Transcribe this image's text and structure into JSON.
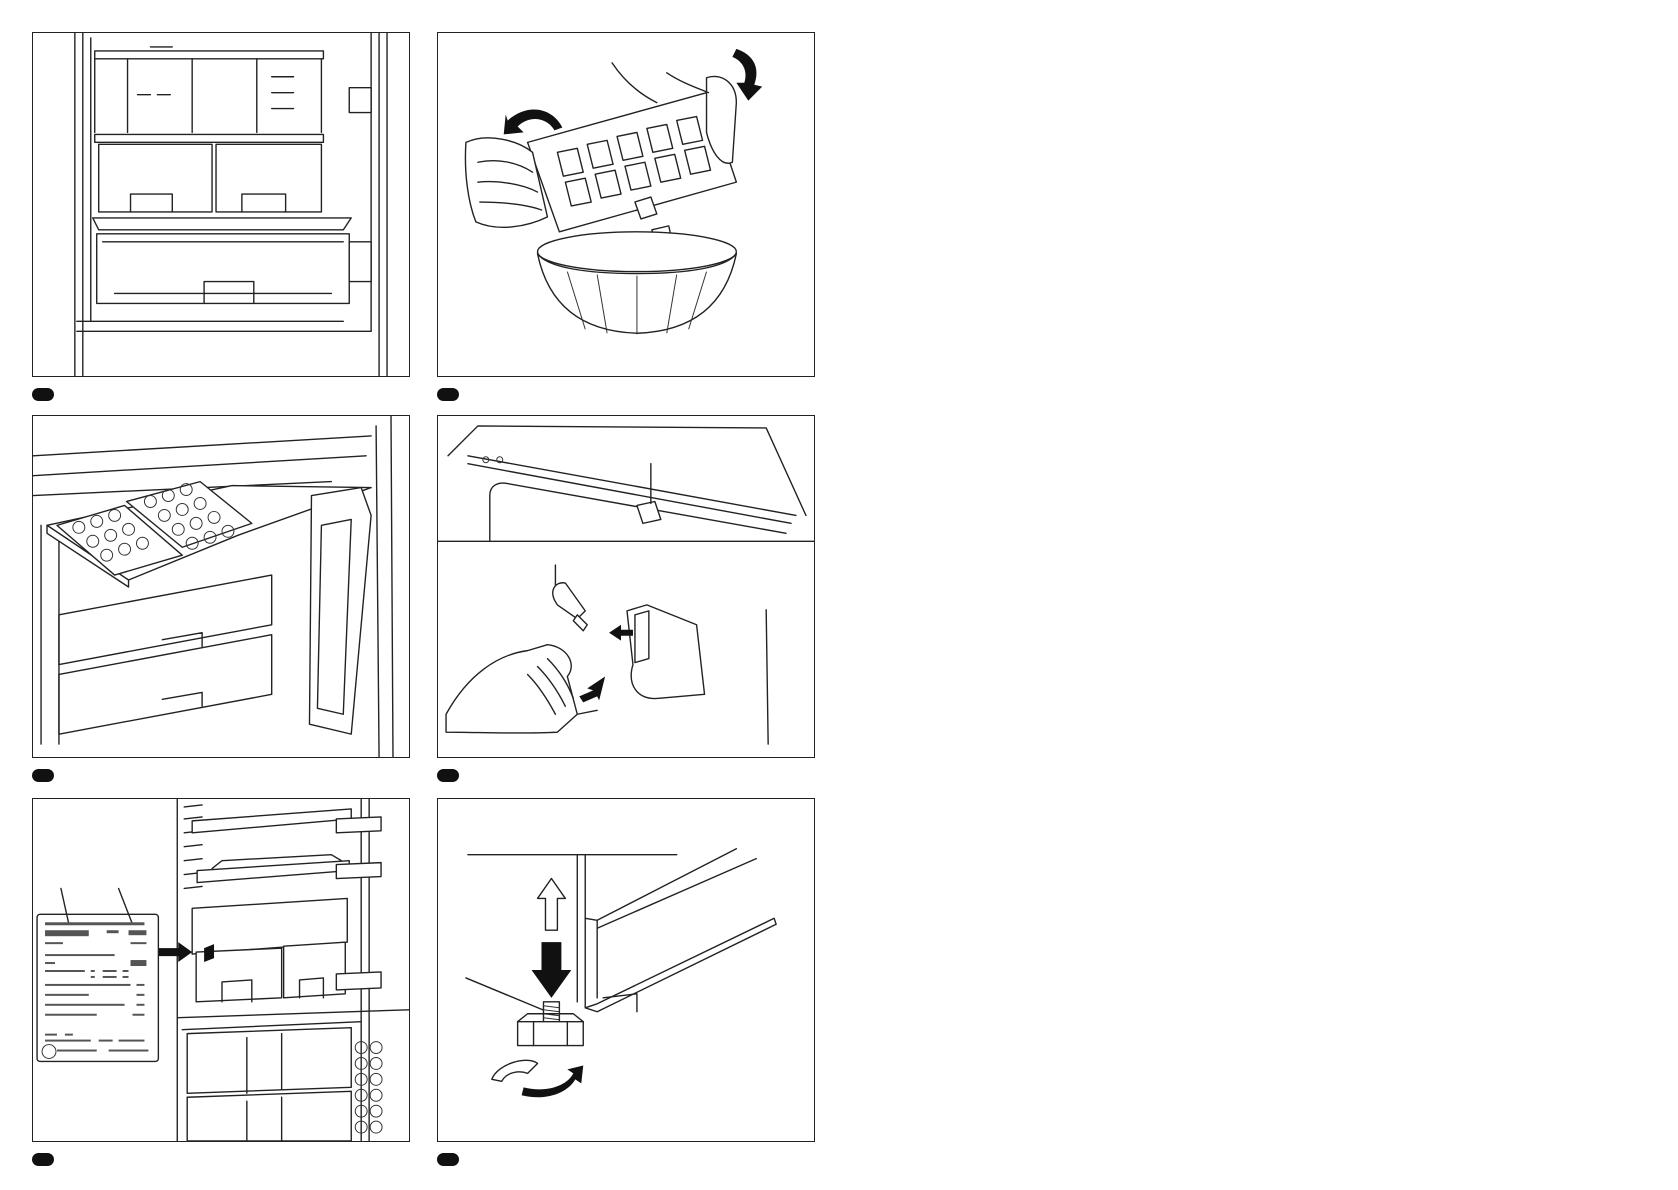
{
  "document": {
    "panels": [
      {
        "id": "freezer-shelves-and-drawers",
        "icons": [
          "shelf-icon",
          "drawer-icon"
        ]
      },
      {
        "id": "ice-tray-emptying",
        "icons": [
          "ice-tray-icon",
          "bowl-icon",
          "rotate-arrow-icon"
        ]
      },
      {
        "id": "ice-tray-in-freezer",
        "icons": [
          "ice-tray-icon",
          "freezer-door-icon"
        ]
      },
      {
        "id": "bulb-replacement",
        "icons": [
          "bulb-icon",
          "lamp-cover-icon",
          "push-arrow-icon"
        ]
      },
      {
        "id": "rating-plate-location",
        "icons": [
          "rating-plate-icon",
          "arrow-right-icon"
        ]
      },
      {
        "id": "adjustable-foot",
        "icons": [
          "screw-foot-icon",
          "up-arrow-icon",
          "down-arrow-icon",
          "rotate-arrow-icon"
        ]
      }
    ],
    "colors": {
      "line": "#222222",
      "fill": "#ffffff",
      "badge": "#111111"
    }
  }
}
